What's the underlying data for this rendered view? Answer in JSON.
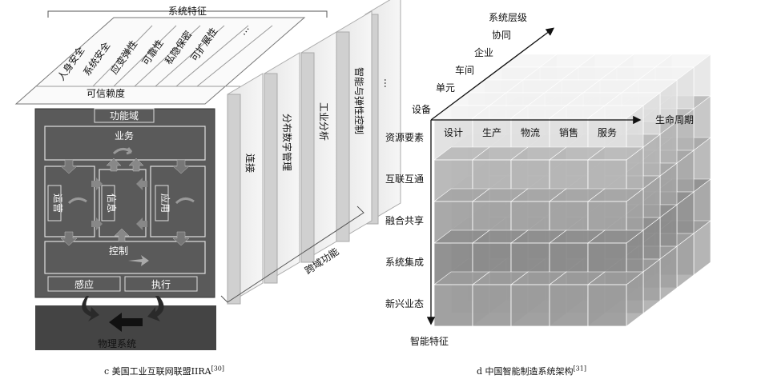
{
  "left": {
    "top_label": "系统特征",
    "features": [
      "人身安全",
      "系统安全",
      "应变弹性",
      "可靠性",
      "私隐保密",
      "可扩展性",
      "…"
    ],
    "trust_label": "可信赖度",
    "domain_label": "功能域",
    "business": "业务",
    "operations": "运营",
    "information": "信息",
    "application": "应用",
    "control": "控制",
    "sensing": "感应",
    "actuation": "执行",
    "physical": "物理系统",
    "panels": [
      "连接",
      "分布数字管理",
      "工业分析",
      "智能与弹性控制",
      "…"
    ],
    "cross_domain": "跨域功能",
    "caption_main": "c 美国工业互联网联盟IIRA",
    "caption_ref": "[30]"
  },
  "right": {
    "axis_system_level": "系统层级",
    "levels": [
      "协同",
      "企业",
      "车间",
      "单元",
      "设备"
    ],
    "axis_lifecycle": "生命周期",
    "lifecycle": [
      "设计",
      "生产",
      "物流",
      "销售",
      "服务"
    ],
    "axis_intelligence": "智能特征",
    "features": [
      "资源要素",
      "互联互通",
      "融合共享",
      "系统集成",
      "新兴业态"
    ],
    "caption_main": "d 中国智能制造系统架构",
    "caption_ref": "[31]"
  }
}
